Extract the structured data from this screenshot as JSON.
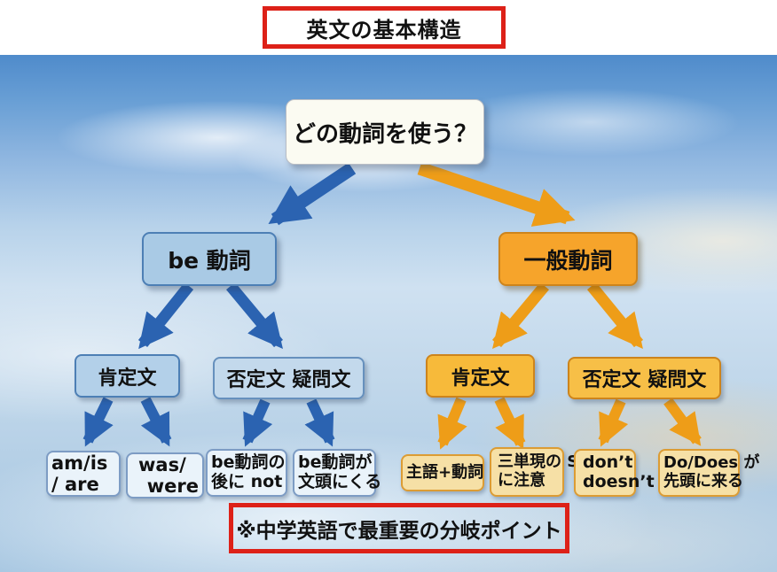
{
  "page": {
    "title": "英文の基本構造",
    "note": "※中学英語で最重要の分岐ポイント"
  },
  "tree": {
    "root": "どの動詞を使う？",
    "left": {
      "label": "be 動詞",
      "children": [
        {
          "label": "肯定文",
          "leaves": [
            {
              "lines": [
                "am/is",
                "/ are"
              ]
            },
            {
              "lines": [
                "was/",
                "were"
              ]
            }
          ]
        },
        {
          "label": "否定文 疑問文",
          "leaves": [
            {
              "lines": [
                "be動詞の",
                "後に not"
              ]
            },
            {
              "lines": [
                "be動詞が",
                "文頭にくる"
              ]
            }
          ]
        }
      ]
    },
    "right": {
      "label": "一般動詞",
      "children": [
        {
          "label": "肯定文",
          "leaves": [
            {
              "lines": [
                "主語+動詞"
              ]
            },
            {
              "lines": [
                "三単現の S",
                "に注意"
              ]
            }
          ]
        },
        {
          "label": "否定文 疑問文",
          "leaves": [
            {
              "lines": [
                "don’t",
                "doesn’t"
              ]
            },
            {
              "lines": [
                "Do/Does が",
                "先頭に来る"
              ]
            }
          ]
        }
      ]
    }
  },
  "colors": {
    "be_branch_blue": "#2b63b1",
    "general_branch_orange": "#ee9d18",
    "accent_red": "#dd2118",
    "be_box_fill": "#a9cae5",
    "general_box_fill": "#f6a42b"
  }
}
